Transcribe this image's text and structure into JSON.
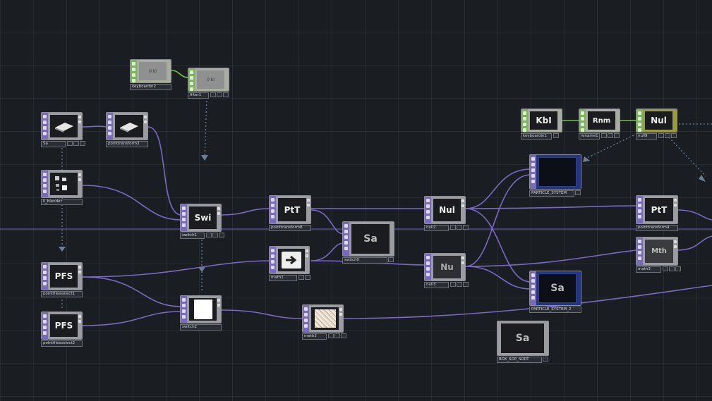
{
  "nodes": {
    "keyboardin2": {
      "name": "keyboardin2",
      "text": "0 kl"
    },
    "filter1": {
      "name": "filter1",
      "text": "0 kl"
    },
    "sa": {
      "name": "Sa"
    },
    "pointtransform3": {
      "name": "pointtransform3"
    },
    "ll_blender": {
      "name": "ll_blender"
    },
    "switch1": {
      "name": "switch1",
      "text": "Swi"
    },
    "pointtransform8": {
      "name": "pointtransform8",
      "text": "PtT"
    },
    "switch0": {
      "name": "switch0",
      "text": "Sa"
    },
    "math1": {
      "name": "math1"
    },
    "null2": {
      "name": "null2",
      "text": "Nul"
    },
    "null3": {
      "name": "null3",
      "text": "Nu"
    },
    "keyboardin1": {
      "name": "keyboardin1",
      "text": "KbI"
    },
    "rename1": {
      "name": "rename1",
      "text": "Rnm"
    },
    "null9": {
      "name": "null9",
      "text": "Nul"
    },
    "particle_system": {
      "name": "PARTICLE_SYSTEM"
    },
    "particle_system_2": {
      "name": "PARTICLE_SYSTEM_2",
      "text": "Sa"
    },
    "pointtransform4": {
      "name": "pointtransform4",
      "text": "PtT"
    },
    "math3": {
      "name": "math3",
      "text": "Mth"
    },
    "pointfilesselect1": {
      "name": "pointfilesselect1",
      "text": "PFS"
    },
    "pointfilesselect2": {
      "name": "pointfilesselect2",
      "text": "PFS"
    },
    "switch2": {
      "name": "switch2"
    },
    "math2": {
      "name": "math2"
    },
    "box_sop_sort": {
      "name": "BOX_SOP_SORT",
      "text": "Sa"
    }
  },
  "colors": {
    "wire": "#7a69c4",
    "wire_green": "#78c24a",
    "export": "#6c7f95"
  }
}
